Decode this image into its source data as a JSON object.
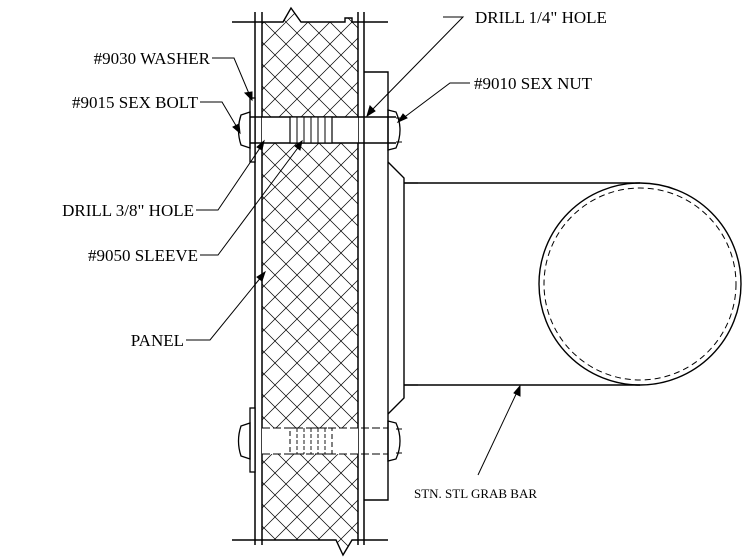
{
  "labels": {
    "drill_quarter": "DRILL 1/4\" HOLE",
    "washer": "#9030 WASHER",
    "sex_nut": "#9010 SEX NUT",
    "sex_bolt": "#9015 SEX BOLT",
    "drill_three_eighths": "DRILL 3/8\" HOLE",
    "sleeve": "#9050 SLEEVE",
    "panel": "PANEL",
    "grab_bar": "STN. STL GRAB BAR"
  }
}
